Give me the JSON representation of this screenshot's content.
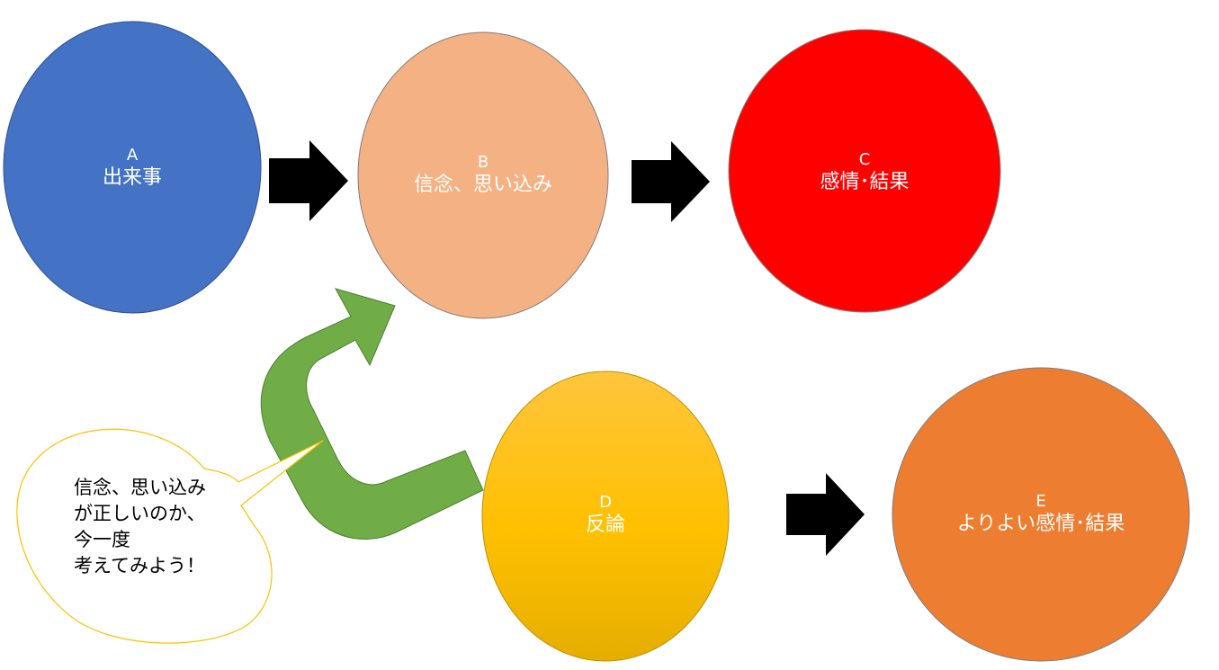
{
  "nodes": {
    "a": {
      "letter": "A",
      "text": "出来事",
      "color": "#4472c4"
    },
    "b": {
      "letter": "B",
      "text": "信念、思い込み",
      "color": "#f4b183"
    },
    "c": {
      "letter": "C",
      "text": "感情･結果",
      "color": "#ff0000"
    },
    "d": {
      "letter": "D",
      "text": "反論",
      "color_top": "#ffc53d",
      "color_mid": "#ffc000",
      "color_bottom": "#e5ae00"
    },
    "e": {
      "letter": "E",
      "text": "よりよい感情･結果",
      "color": "#ed7d31"
    }
  },
  "callout": {
    "lines": [
      "信念、思い込み",
      "が正しいのか、",
      "今一度",
      "考えてみよう！"
    ],
    "border_color": "#ffc000"
  },
  "colors": {
    "arrow": "#000000",
    "curved_arrow": "#70ad47",
    "curved_arrow_border": "#507e32",
    "label_text": "#ffffff"
  }
}
